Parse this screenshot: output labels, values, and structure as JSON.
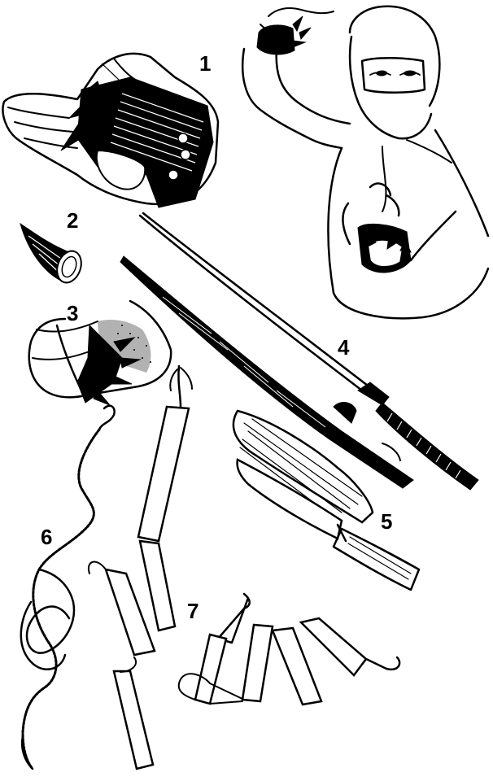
{
  "labels": {
    "n1": "1",
    "n2": "2",
    "n3": "3",
    "n4": "4",
    "n5": "5",
    "n6": "6",
    "n7": "7"
  },
  "colors": {
    "ink": "#000000",
    "paper": "#ffffff"
  }
}
